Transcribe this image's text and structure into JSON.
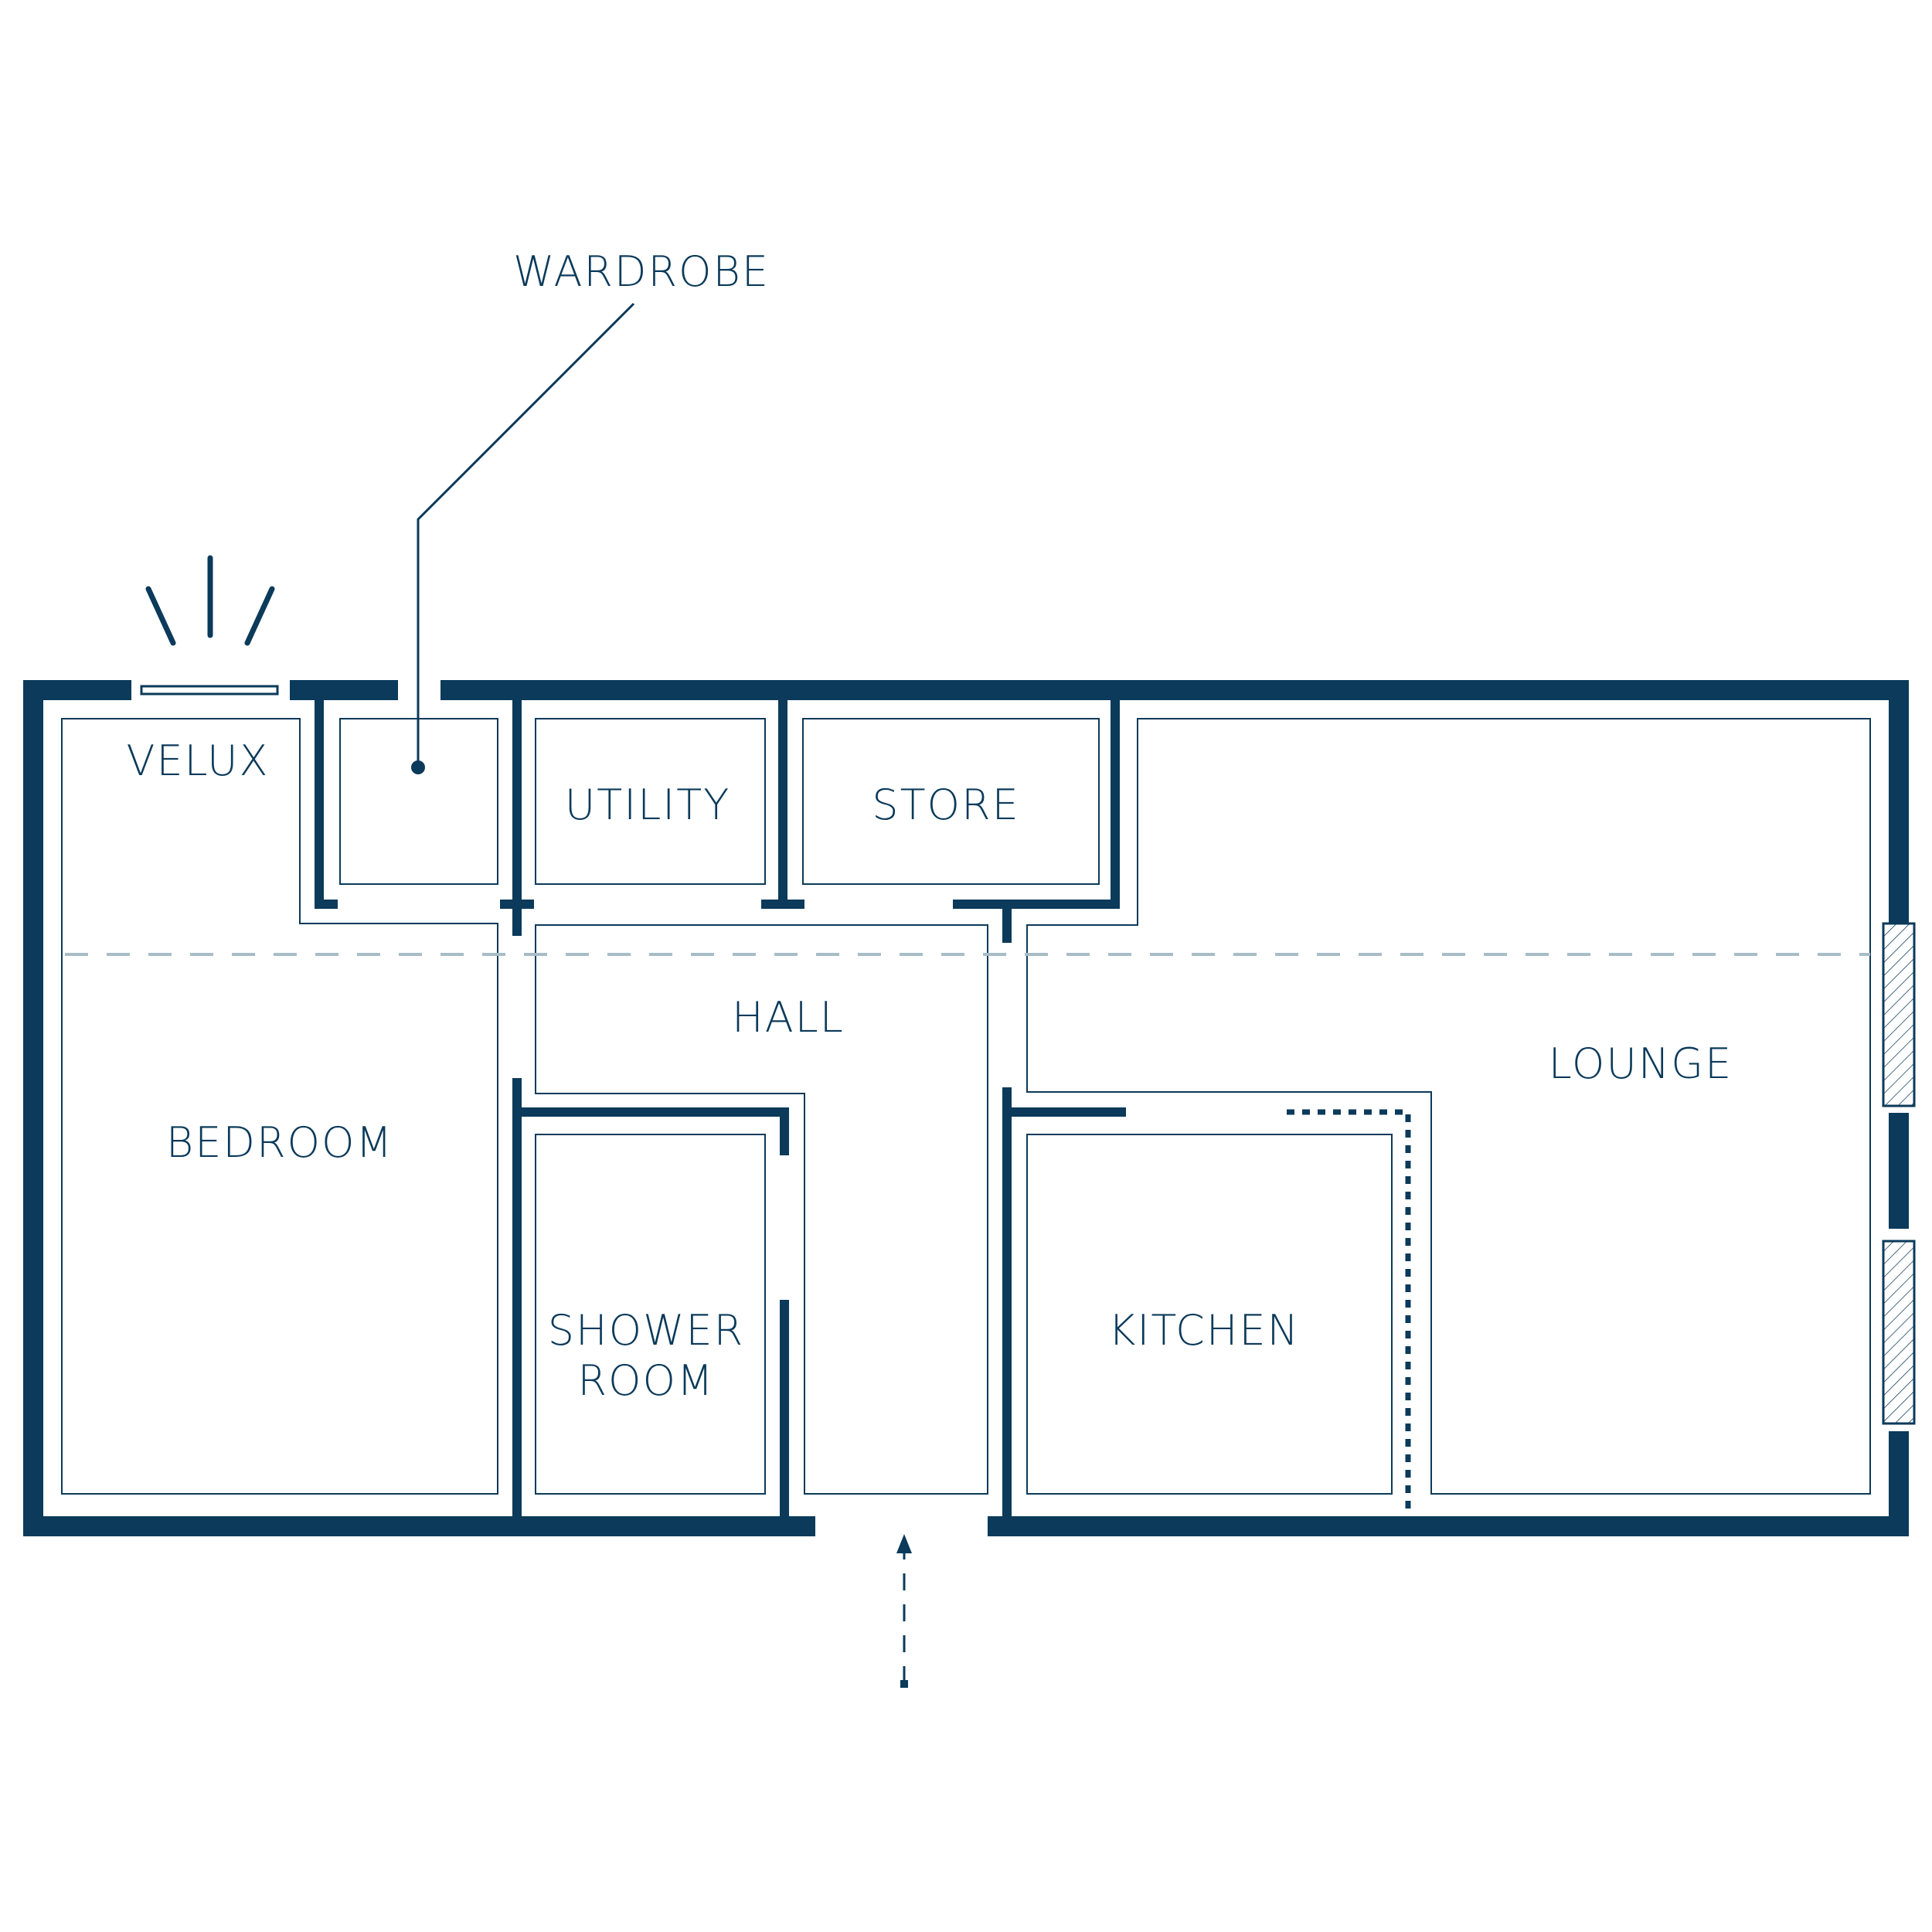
{
  "rooms": {
    "wardrobe": "WARDROBE",
    "velux": "VELUX",
    "utility": "UTILITY",
    "store": "STORE",
    "hall": "HALL",
    "lounge": "LOUNGE",
    "bedroom": "BEDROOM",
    "shower_room_line1": "SHOWER",
    "shower_room_line2": "ROOM",
    "kitchen": "KITCHEN"
  },
  "colors": {
    "wall": "#0b3a5a",
    "eaves_line": "#a7bcc6",
    "background": "#ffffff"
  },
  "icons": {
    "velux_window": "velux-window-icon",
    "entrance_arrow": "entrance-arrow-icon",
    "side_windows": "window-icon"
  }
}
